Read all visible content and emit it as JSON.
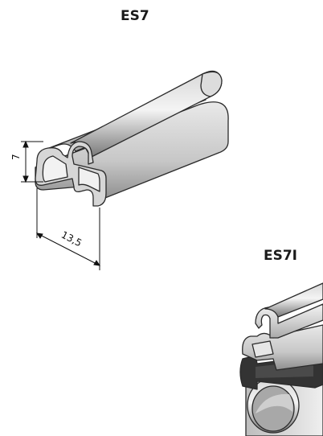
{
  "products": [
    {
      "name": "ES7",
      "dimensions": {
        "height": "7",
        "width": "13,5"
      }
    },
    {
      "name": "ES7I"
    }
  ],
  "colors": {
    "profile_light": "#e6e6e6",
    "profile_mid": "#c3c3c3",
    "profile_dark": "#7a7a7a",
    "seal_black": "#333333",
    "outline": "#2a2a2a"
  }
}
